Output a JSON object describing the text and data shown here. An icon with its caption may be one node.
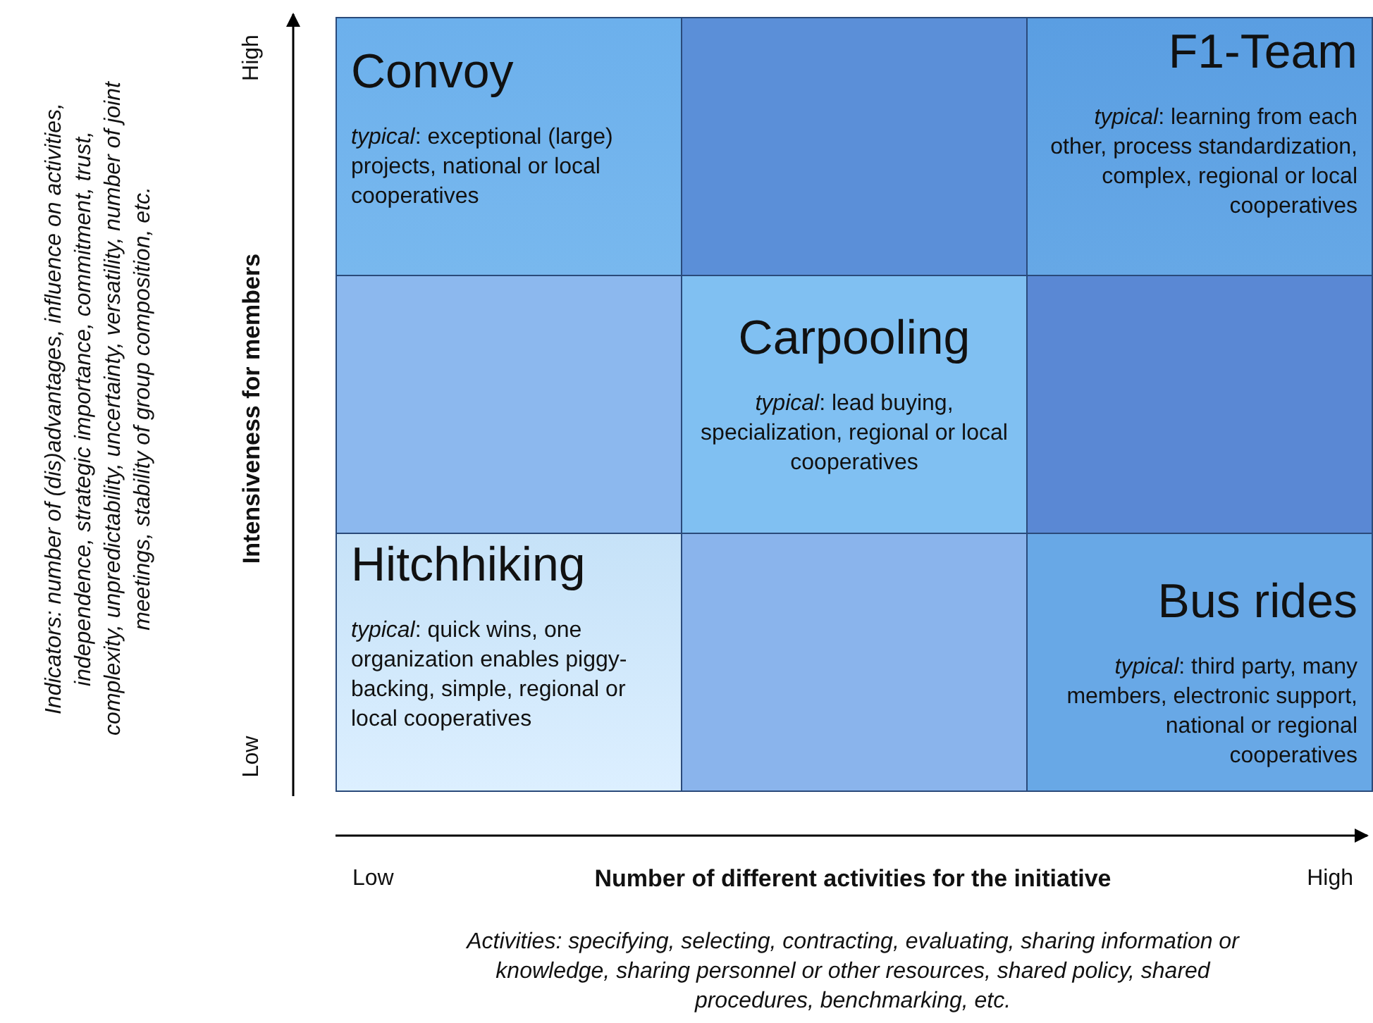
{
  "diagram": {
    "nodes": [
      {
        "text": [
          "Convoy",
          "*typical*: exceptional (large) projects, national or local cooperatives"
        ]
      },
      {
        "text": [],
        "shape": "box"
      },
      {
        "text": [
          "F1-Team",
          "*typical*: learning from each other, process standardization, complex, regional or local cooperatives"
        ]
      },
      {
        "text": [],
        "shape": "box"
      },
      {
        "text": [
          "Carpooling",
          "*typical*: lead buying, specialization, regional or local cooperatives"
        ]
      },
      {
        "text": [],
        "shape": "box"
      },
      {
        "text": [
          "Hitchhiking",
          "*typical*: quick wins, one organization enables piggy-backing, simple, regional or local cooperatives"
        ]
      },
      {
        "text": [],
        "shape": "box"
      },
      {
        "text": [
          "Bus rides",
          "*typical*: third party, many members, electronic support, national or regional cooperatives"
        ]
      }
    ],
    "edges": [],
    "labels": [
      "Indicators: number of (dis)advantages, influence on activities, independence, strategic importance, commitment, trust, complexity, unpredictability, uncertainty, versatility, number of joint meetings, stability of group composition, etc.",
      "High",
      "Intensiveness for members",
      "Low",
      "Low",
      "Number of different activities for the initiative",
      "High",
      "Activities: specifying, selecting, contracting, evaluating, sharing information or knowledge, sharing personnel or other resources, shared policy, shared procedures, benchmarking, etc."
    ]
  }
}
